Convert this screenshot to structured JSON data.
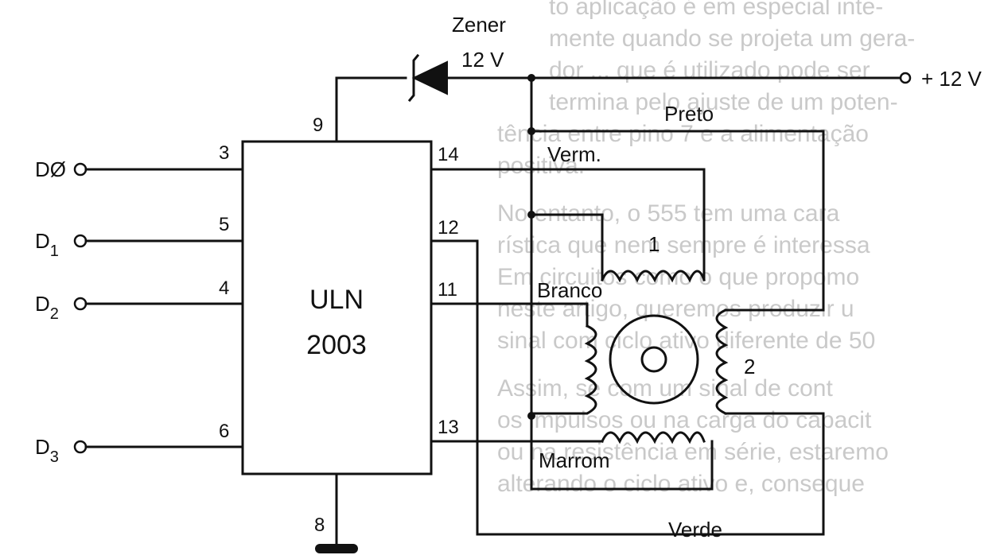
{
  "zener": {
    "label": "Zener",
    "voltage": "12 V"
  },
  "supply": {
    "label": "+ 12 V"
  },
  "chip": {
    "line1": "ULN",
    "line2": "2003"
  },
  "inputs": [
    {
      "name": "DØ",
      "base": "DØ",
      "sub": "",
      "pin": "3"
    },
    {
      "name": "D1",
      "base": "D",
      "sub": "1",
      "pin": "5"
    },
    {
      "name": "D2",
      "base": "D",
      "sub": "2",
      "pin": "4"
    },
    {
      "name": "D3",
      "base": "D",
      "sub": "3",
      "pin": "6"
    }
  ],
  "pins": {
    "top": "9",
    "bottom": "8",
    "out_a": "14",
    "out_b": "12",
    "out_c": "11",
    "out_d": "13"
  },
  "wires": {
    "preto": "Preto",
    "verm": "Verm.",
    "branco": "Branco",
    "marrom": "Marrom",
    "verde": "Verde"
  },
  "coils": {
    "coil1": "1",
    "coil2": "2"
  },
  "background_text": [
    "to aplicação é em especial inte-",
    "mente quando se projeta um gera-",
    "dor ... que é utilizado pode ser",
    "termina pelo ajuste de um poten-",
    "tência entre pino 7 e a alimentação",
    "positiva.",
    "No entanto, o 555 tem uma cara",
    "rística que nem sempre é interessa",
    "Em circuitos como o que propomo",
    "neste artigo, queremos produzir u",
    "sinal com ciclo ativo diferente de 50",
    "Assim, se com um sinal de cont",
    "os impulsos ou na carga do capacit",
    "ou na resistência em série, estaremo",
    "alterando o ciclo ativo e, conseque"
  ]
}
